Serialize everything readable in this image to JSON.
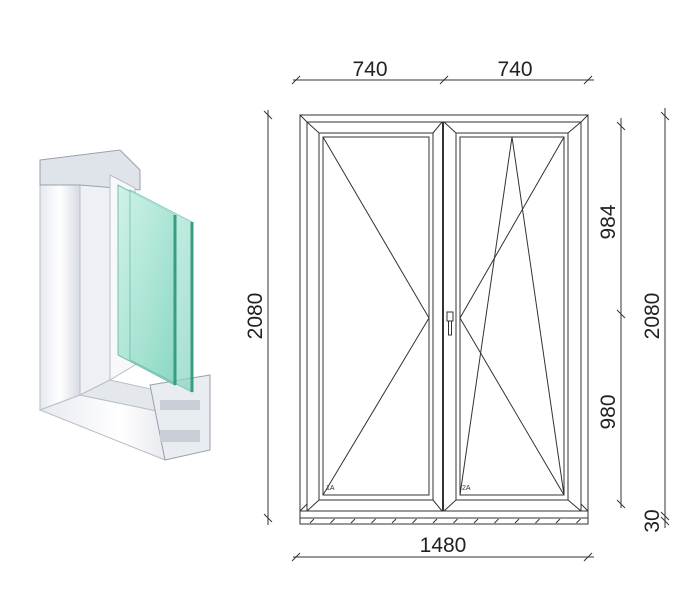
{
  "drawing": {
    "top_dimensions": [
      "740",
      "740"
    ],
    "bottom_dimension": "1480",
    "left_height": "2080",
    "right_height": "2080",
    "upper_section": "984",
    "lower_section": "980",
    "sill_height": "30",
    "sash_labels": [
      "1A",
      "2A"
    ]
  },
  "colors": {
    "glass": "#9fe0cf",
    "frame": "#f2f4f7",
    "line": "#333333"
  }
}
